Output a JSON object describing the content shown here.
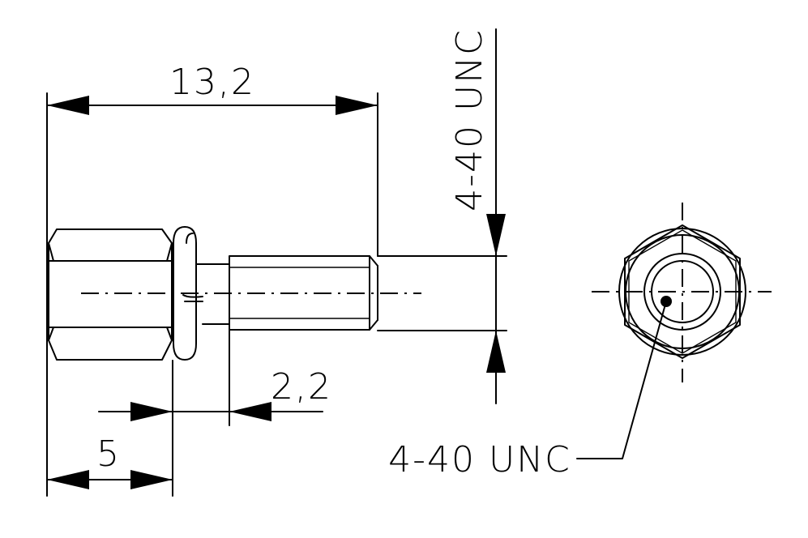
{
  "drawing": {
    "dimensions": {
      "overall_length": "13,2",
      "flange_offset": "2,2",
      "head_length": "5",
      "thread_side": "4-40 UNC",
      "thread_callout": "4-40 UNC"
    }
  }
}
